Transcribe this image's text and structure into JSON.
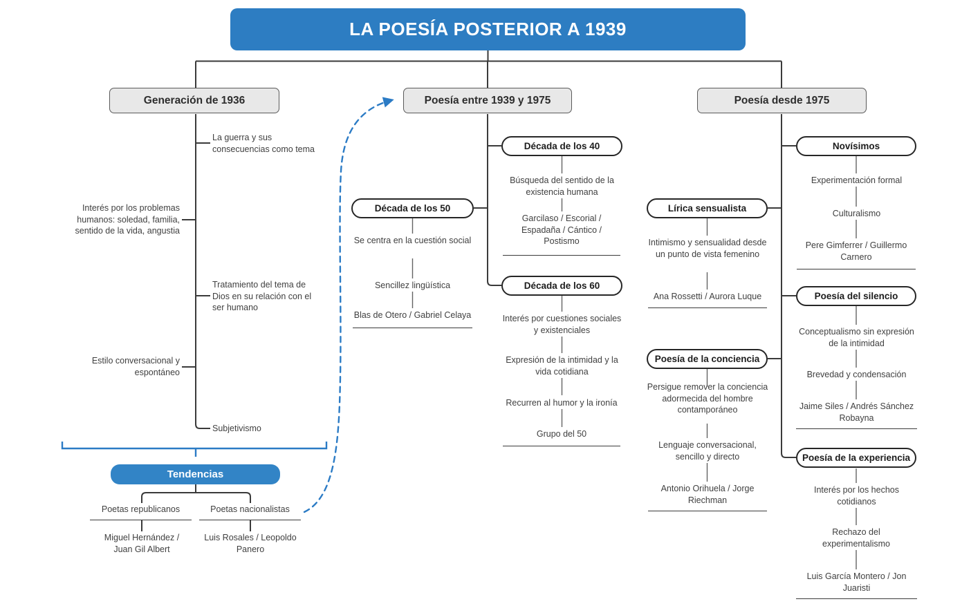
{
  "title": "LA POESÍA POSTERIOR A 1939",
  "colors": {
    "accent_blue": "#2d7dc2",
    "tendencias_blue": "#3284c6",
    "header_gray": "#e8e8e8",
    "line_dark": "#3a3a3a"
  },
  "generacion": {
    "label": "Generación de 1936",
    "features": [
      "La guerra y sus consecuencias como tema",
      "Interés por los problemas humanos: soledad, familia, sentido de la vida, angustia",
      "Tratamiento del tema de Dios en su relación con el ser humano",
      "Estilo conversacional y espontáneo",
      "Subjetivismo"
    ],
    "tendencias_label": "Tendencias",
    "groups": [
      {
        "label": "Poetas republicanos",
        "authors": "Miguel Hernández / Juan Gil Albert"
      },
      {
        "label": "Poetas nacionalistas",
        "authors": "Luis Rosales / Leopoldo Panero"
      }
    ]
  },
  "entre": {
    "label": "Poesía entre 1939 y 1975",
    "d40": {
      "label": "Década de los 40",
      "items": [
        "Búsqueda del sentido de la existencia humana",
        "Garcilaso / Escorial / Espadaña / Cántico / Postismo"
      ]
    },
    "d50": {
      "label": "Década de los 50",
      "items": [
        "Se centra en la cuestión social",
        "Sencillez lingüística",
        "Blas de Otero / Gabriel Celaya"
      ]
    },
    "d60": {
      "label": "Década de los 60",
      "items": [
        "Interés por cuestiones sociales y existenciales",
        "Expresión de la intimidad y la vida cotidiana",
        "Recurren al humor y la ironía",
        "Grupo del 50"
      ]
    }
  },
  "desde": {
    "label": "Poesía desde 1975",
    "novisimos": {
      "label": "Novísimos",
      "items": [
        "Experimentación formal",
        "Culturalismo",
        "Pere Gimferrer / Guillermo Carnero"
      ]
    },
    "lirica": {
      "label": "Lírica sensualista",
      "items": [
        "Intimismo y sensualidad desde un punto de vista femenino",
        "Ana Rossetti / Aurora Luque"
      ]
    },
    "silencio": {
      "label": "Poesía del silencio",
      "items": [
        "Conceptualismo sin expresión de la intimidad",
        "Brevedad y condensación",
        "Jaime Siles / Andrés Sánchez Robayna"
      ]
    },
    "conciencia": {
      "label": "Poesía de la conciencia",
      "items": [
        "Persigue remover la conciencia adormecida del hombre contamporáneo",
        "Lenguaje conversacional, sencillo y directo",
        "Antonio Orihuela / Jorge Riechman"
      ]
    },
    "experiencia": {
      "label": "Poesía de la experiencia",
      "items": [
        "Interés por los hechos cotidianos",
        "Rechazo del experimentalismo",
        "Luis García Montero / Jon Juaristi"
      ]
    }
  }
}
